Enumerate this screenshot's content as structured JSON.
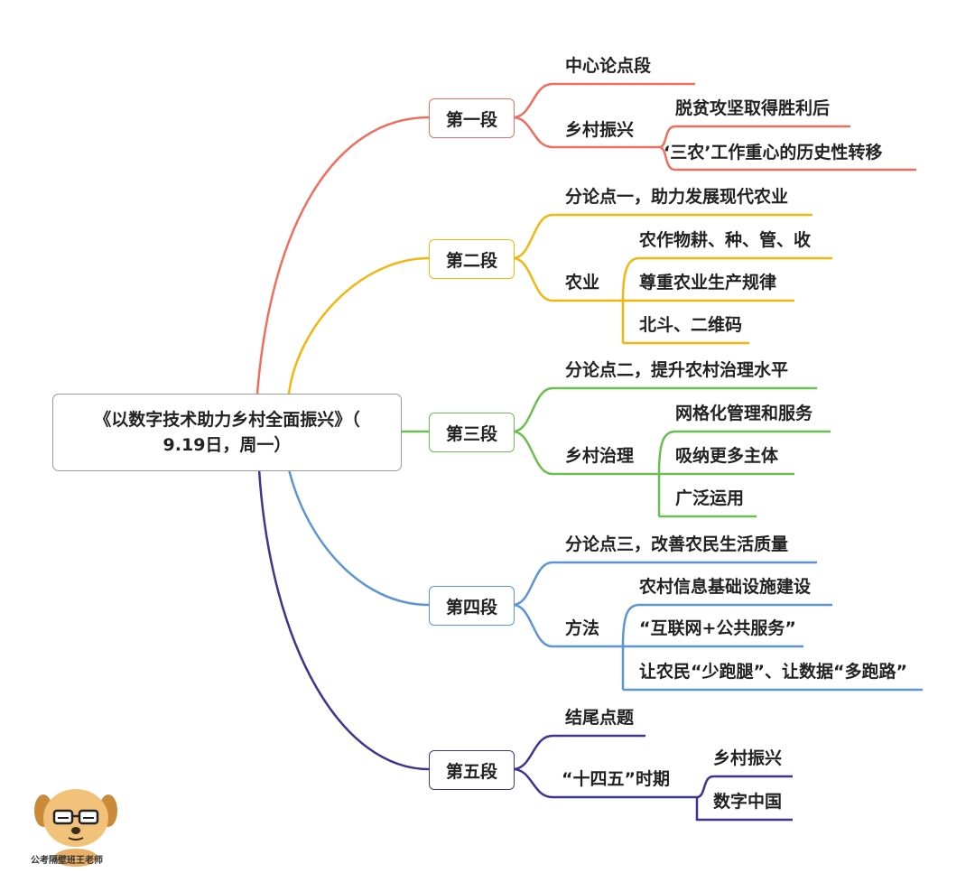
{
  "root": {
    "line1": "《以数字技术助力乡村全面振兴》（",
    "line2": "9.19日，周一）"
  },
  "branches": [
    {
      "label": "第一段",
      "color": "#ef6f5e",
      "items": [
        "中心论点段",
        "乡村振兴",
        "脱贫攻坚取得胜利后",
        "‘三农’工作重心的历史性转移"
      ]
    },
    {
      "label": "第二段",
      "color": "#f2b60f",
      "items": [
        "分论点一，助力发展现代农业",
        "农业",
        "农作物耕、种、管、收",
        "尊重农业生产规律",
        "北斗、二维码"
      ]
    },
    {
      "label": "第三段",
      "color": "#6bbf4e",
      "items": [
        "分论点二，提升农村治理水平",
        "乡村治理",
        "网格化管理和服务",
        "吸纳更多主体",
        "广泛运用"
      ]
    },
    {
      "label": "第四段",
      "color": "#5b95d8",
      "items": [
        "分论点三，改善农民生活质量",
        "方法",
        "农村信息基础设施建设",
        "“互联网+公共服务”",
        "让农民“少跑腿”、让数据“多跑路”"
      ]
    },
    {
      "label": "第五段",
      "color": "#3d3590",
      "items": [
        "结尾点题",
        "“十四五”时期",
        "乡村振兴",
        "数字中国"
      ]
    }
  ],
  "watermark": {
    "text": "公考隔壁班王老师",
    "icon": "dog-mascot-icon"
  }
}
